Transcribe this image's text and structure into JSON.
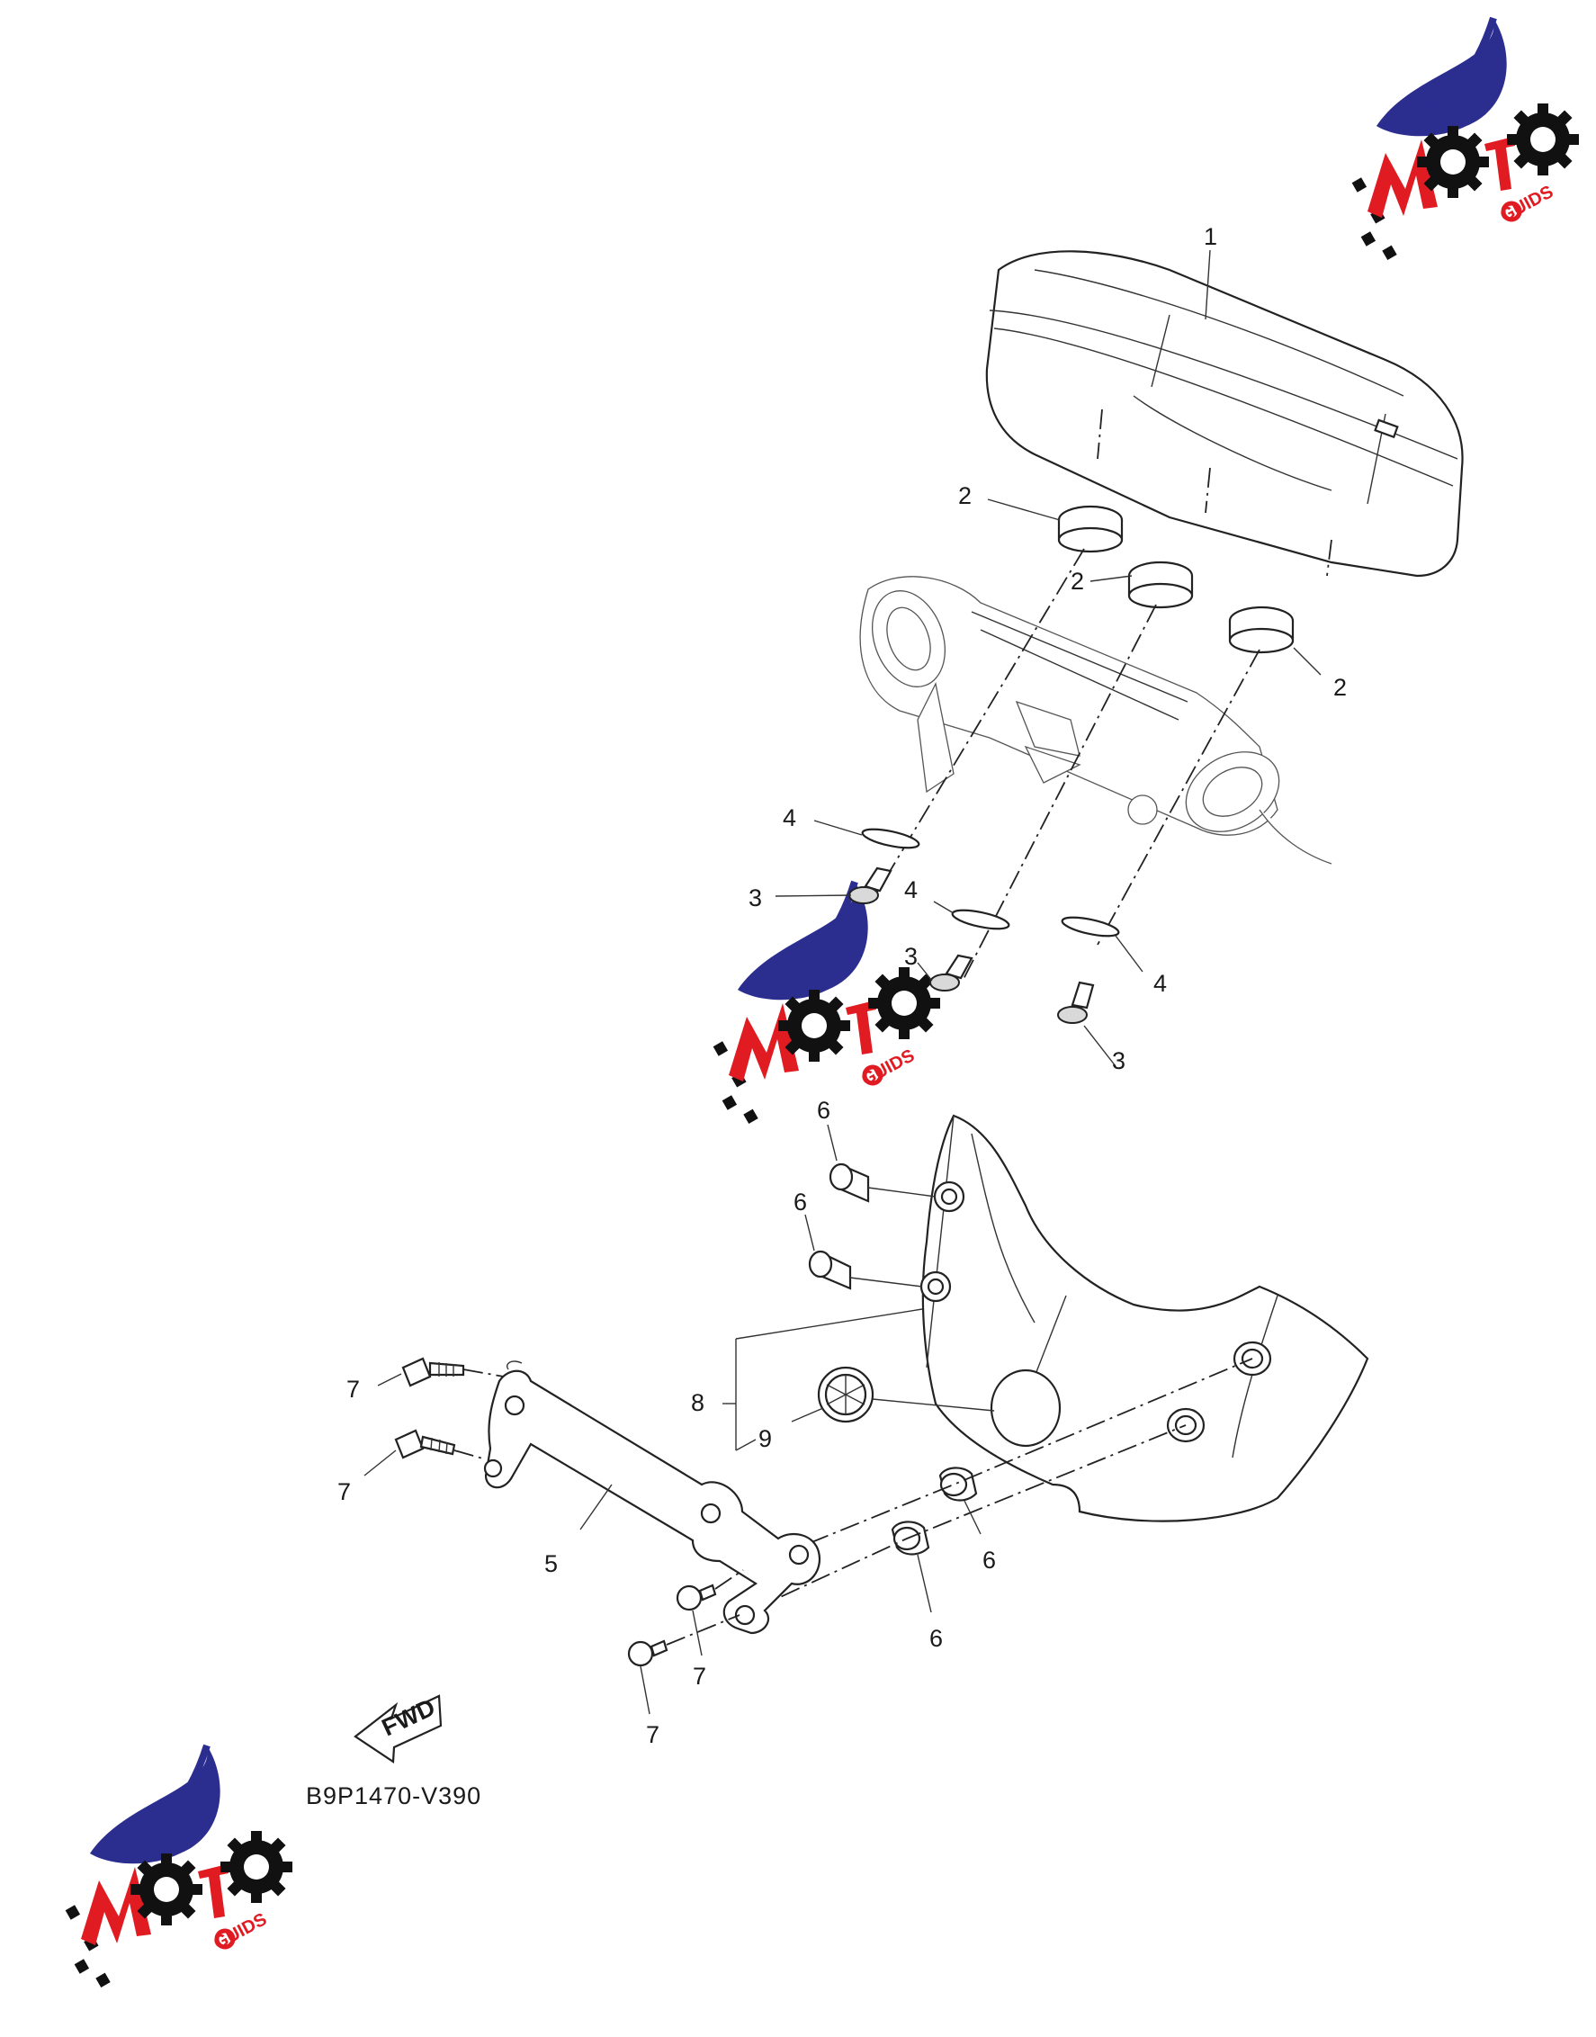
{
  "diagram": {
    "code": "B9P1470-V390",
    "fwd_label": "FWD",
    "callouts": [
      {
        "id": "c1",
        "text": "1"
      },
      {
        "id": "c2a",
        "text": "2"
      },
      {
        "id": "c2b",
        "text": "2"
      },
      {
        "id": "c2c",
        "text": "2"
      },
      {
        "id": "c3a",
        "text": "3"
      },
      {
        "id": "c3b",
        "text": "3"
      },
      {
        "id": "c3c",
        "text": "3"
      },
      {
        "id": "c4a",
        "text": "4"
      },
      {
        "id": "c4b",
        "text": "4"
      },
      {
        "id": "c4c",
        "text": "4"
      },
      {
        "id": "c5",
        "text": "5"
      },
      {
        "id": "c6a",
        "text": "6"
      },
      {
        "id": "c6b",
        "text": "6"
      },
      {
        "id": "c6c",
        "text": "6"
      },
      {
        "id": "c6d",
        "text": "6"
      },
      {
        "id": "c7a",
        "text": "7"
      },
      {
        "id": "c7b",
        "text": "7"
      },
      {
        "id": "c7c",
        "text": "7"
      },
      {
        "id": "c7d",
        "text": "7"
      },
      {
        "id": "c8",
        "text": "8"
      },
      {
        "id": "c9",
        "text": "9"
      }
    ]
  },
  "watermark": {
    "text_main": "MOTO",
    "text_sub": "GUIDS",
    "colors": {
      "swoosh": "#2b2d8f",
      "red": "#e01b22",
      "black": "#111111"
    }
  }
}
